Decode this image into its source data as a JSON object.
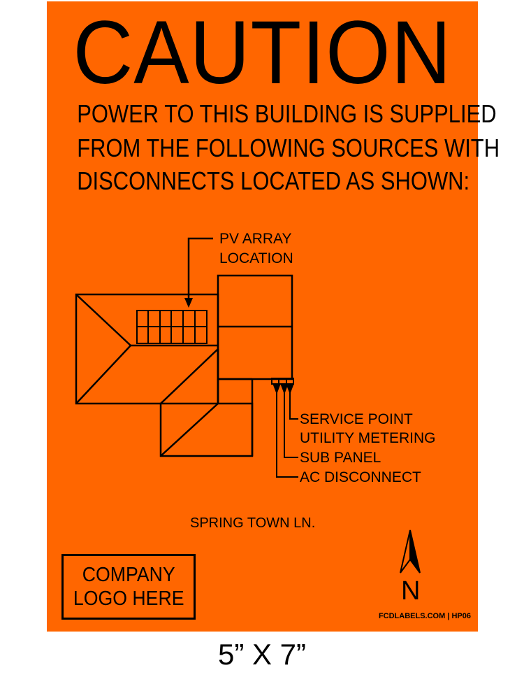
{
  "sign": {
    "background_color": "#ff6600",
    "heading": "CAUTION",
    "intro_lines": [
      "POWER TO THIS BUILDING IS SUPPLIED",
      "FROM THE FOLLOWING SOURCES WITH",
      "DISCONNECTS LOCATED AS SHOWN:"
    ],
    "pv_label_lines": [
      "PV ARRAY",
      "LOCATION"
    ],
    "equipment_labels": [
      "SERVICE POINT",
      "UTILITY METERING",
      "SUB PANEL",
      "AC DISCONNECT"
    ],
    "street": "SPRING TOWN LN.",
    "logo_lines": [
      "COMPANY",
      "LOGO HERE"
    ],
    "north_label": "N",
    "footer_id": "FCDLABELS.COM | HP06",
    "north_icon": "north-arrow-icon"
  },
  "size_caption": "5” X 7”"
}
